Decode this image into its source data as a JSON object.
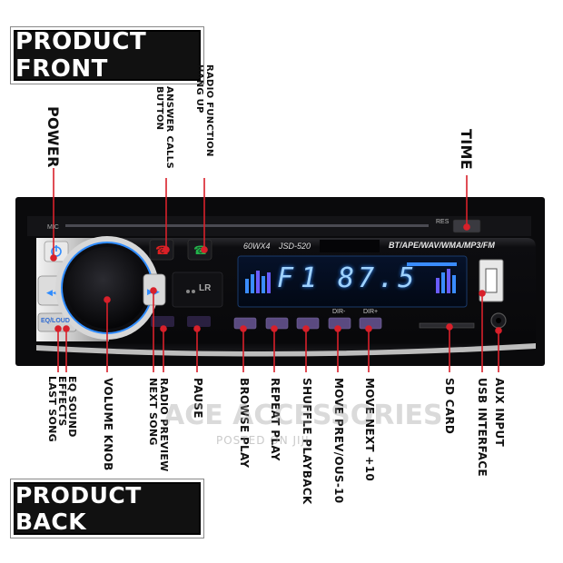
{
  "banners": {
    "front": "PRODUCT FRONT",
    "back": "PRODUCT BACK"
  },
  "device": {
    "mic_label": "MIC",
    "res_label": "RES",
    "model": "60WX4",
    "model_code": "JSD-520",
    "formats": "BT/APE/WAV/WMA/MP3/FM",
    "display_band": "F1",
    "display_freq": "87.5",
    "eq_button": "EQ/LOUD",
    "dir_minus": "DIR-",
    "dir_plus": "DIR+",
    "lr_button": "LR"
  },
  "labels": {
    "power": "POWER",
    "answer_calls": "ANSWER CALLS\nBUTTON",
    "radio_function": "RADIO FUNCTION\nHANG UP",
    "time": "TIME",
    "eq_sound": "EQ SOUND\nEFFECTS\nLAST SONG",
    "volume_knob": "VOLUME KNOB",
    "radio_preview": "RADIO PREVIEW\nNEXT SONG",
    "pause": "PAUSE",
    "browse_play": "BROWSE PLAY",
    "repeat_play": "REPEAT PLAY",
    "shuffle_playback": "SHUFFLE PLAYBACK",
    "move_prev": "MOVE PREV/OUS-10",
    "move_next": "MOVE NEXT +10",
    "sd_card": "SD CARD",
    "usb_interface": "USB INTERFACE",
    "aux_input": "AUX INPUT"
  },
  "watermark": {
    "main": "ACE ACCESSORIES",
    "sub": "POSTED ON JIJI"
  },
  "colors": {
    "accent_red": "#d8202a",
    "display_blue": "#2f8cff",
    "panel_black": "#0c0c0e",
    "button_purple": "#6a4f8e"
  }
}
